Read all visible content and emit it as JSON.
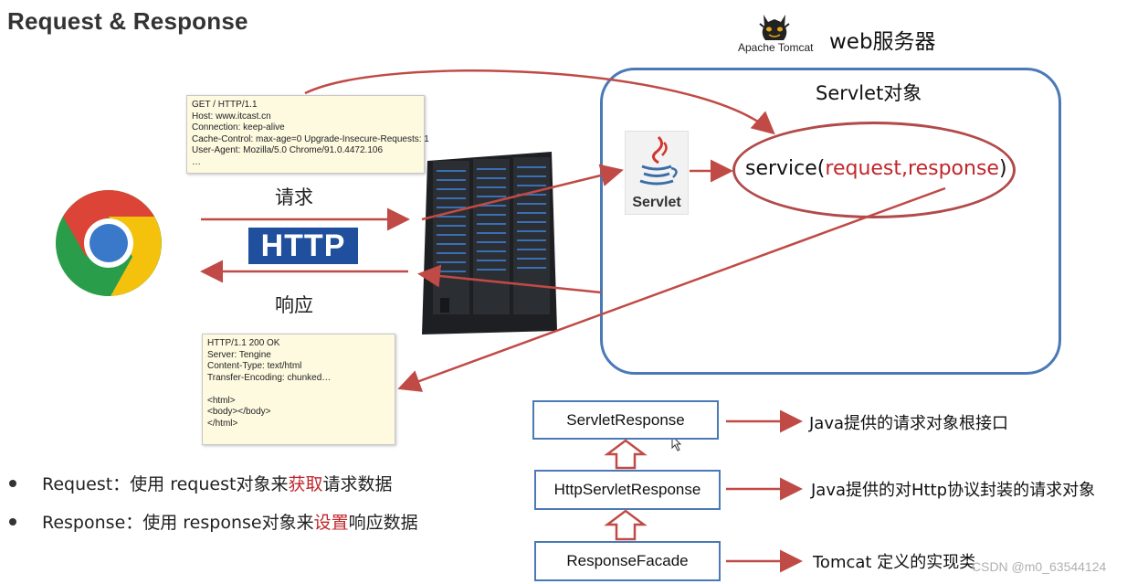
{
  "title": "Request & Response",
  "server": {
    "tomcat_label": "Apache Tomcat",
    "web_server_label": "web服务器",
    "servlet_object_label": "Servlet对象",
    "servlet_icon_label": "Servlet",
    "service_prefix": "service(",
    "service_args": "request,response",
    "service_suffix": ")"
  },
  "request_headers": [
    "GET / HTTP/1.1",
    "Host: www.itcast.cn",
    "Connection: keep-alive",
    "Cache-Control: max-age=0 Upgrade-Insecure-Requests: 1",
    "User-Agent: Mozilla/5.0 Chrome/91.0.4472.106",
    "…"
  ],
  "response_text": [
    "HTTP/1.1 200 OK",
    "Server: Tengine",
    "Content-Type: text/html",
    "Transfer-Encoding: chunked…",
    "",
    "<html>",
    "<body></body>",
    "</html>"
  ],
  "flow": {
    "request_label": "请求",
    "protocol_label": "HTTP",
    "response_label": "响应"
  },
  "hierarchy": [
    {
      "class_name": "ServletResponse",
      "description": "Java提供的请求对象根接口"
    },
    {
      "class_name": "HttpServletResponse",
      "description": "Java提供的对Http协议封装的请求对象"
    },
    {
      "class_name": "ResponseFacade",
      "description": "Tomcat 定义的实现类"
    }
  ],
  "bullets": [
    {
      "prefix": "Request：使用 request对象来",
      "highlight": "获取",
      "suffix": "请求数据"
    },
    {
      "prefix": "Response：使用 response对象来",
      "highlight": "设置",
      "suffix": "响应数据"
    }
  ],
  "watermark": "CSDN @m0_63544124",
  "colors": {
    "accent_red": "#c0262b",
    "frame_blue": "#4a79b6",
    "http_blue": "#1f4f9d",
    "note_yellow": "#fdfae0"
  }
}
